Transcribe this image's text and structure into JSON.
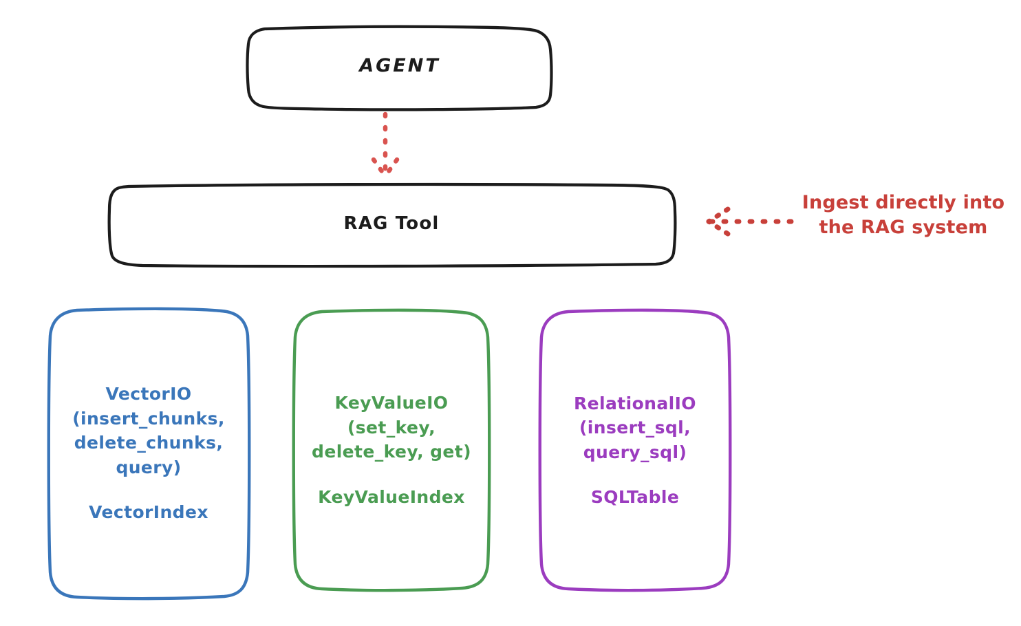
{
  "diagram": {
    "type": "architecture-flow",
    "background_color": "#ffffff",
    "style": "hand-drawn"
  },
  "nodes": {
    "agent": {
      "label": "AGENT",
      "border_color": "#1c1c1c",
      "text_color": "#1c1c1c"
    },
    "rag_tool": {
      "label": "RAG Tool",
      "border_color": "#1c1c1c",
      "text_color": "#1c1c1c"
    },
    "vector_io": {
      "primary": "VectorIO\n(insert_chunks,\ndelete_chunks,\nquery)",
      "secondary": "VectorIndex",
      "color": "#3a76ba"
    },
    "key_value_io": {
      "primary": "KeyValueIO\n(set_key,\ndelete_key, get)",
      "secondary": "KeyValueIndex",
      "color": "#4a9c52"
    },
    "relational_io": {
      "primary": "RelationalIO\n(insert_sql,\nquery_sql)",
      "secondary": "SQLTable",
      "color": "#9b3cbf"
    }
  },
  "annotations": {
    "ingest": {
      "text": "Ingest directly into\nthe RAG system",
      "color": "#c8403a"
    }
  },
  "connectors": [
    {
      "name": "agent-to-rag-tool",
      "from": "agent",
      "to": "rag_tool",
      "style": "dotted",
      "color": "#d9534f",
      "direction": "down"
    },
    {
      "name": "ingest-to-rag-tool",
      "from": "ingest-annotation",
      "to": "rag_tool",
      "style": "dotted",
      "color": "#c8403a",
      "direction": "left"
    }
  ]
}
